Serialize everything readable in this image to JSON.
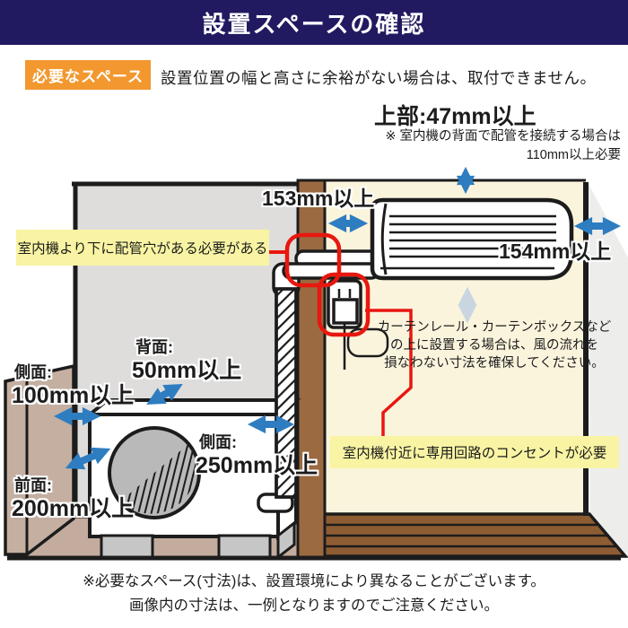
{
  "header": {
    "title": "設置スペースの確認"
  },
  "intro": {
    "badge": "必要なスペース",
    "text": "設置位置の幅と高さに余裕がない場合は、取付できません。"
  },
  "top_clearance": {
    "label": "上部:47mm以上",
    "note_line1": "※ 室内機の背面で配管を接続する場合は",
    "note_line2": "110mm以上必要"
  },
  "indoor": {
    "left_clearance": "153mm以上",
    "right_clearance": "154mm以上",
    "pipe_hole_note": "室内機より下に配管穴がある必要がある",
    "curtain_note_lines": [
      "カーテンレール・カーテンボックスなど",
      "の上に設置する場合は、風の流れを",
      "損なわない寸法を確保してください。"
    ],
    "outlet_note": "室内機付近に専用回路のコンセントが必要"
  },
  "outdoor": {
    "back_label": "背面:",
    "back_value": "50mm以上",
    "side_left_label": "側面:",
    "side_left_value": "100mm以上",
    "side_right_label": "側面:",
    "side_right_value": "250mm以上",
    "front_label": "前面:",
    "front_value": "200mm以上"
  },
  "footer": {
    "note_line1": "※必要なスペース(寸法)は、設置環境により異なることがございます。",
    "note_line2": "画像内の寸法は、一例となりますのでご注意ください。"
  },
  "colors": {
    "header_navy": "#211a61",
    "badge_orange": "#f2982f",
    "callout_yellow": "#f8f4a3",
    "marker_red": "#e8170f",
    "arrow_blue": "#2e7dc1",
    "arrow_pale": "#c9d6e2",
    "indoor_wall_cream": "#fbf4dd",
    "outdoor_wall_gray": "#dfdddb",
    "pillar_brown": "#9b6a41",
    "floor_brown": "#8e5c33"
  }
}
